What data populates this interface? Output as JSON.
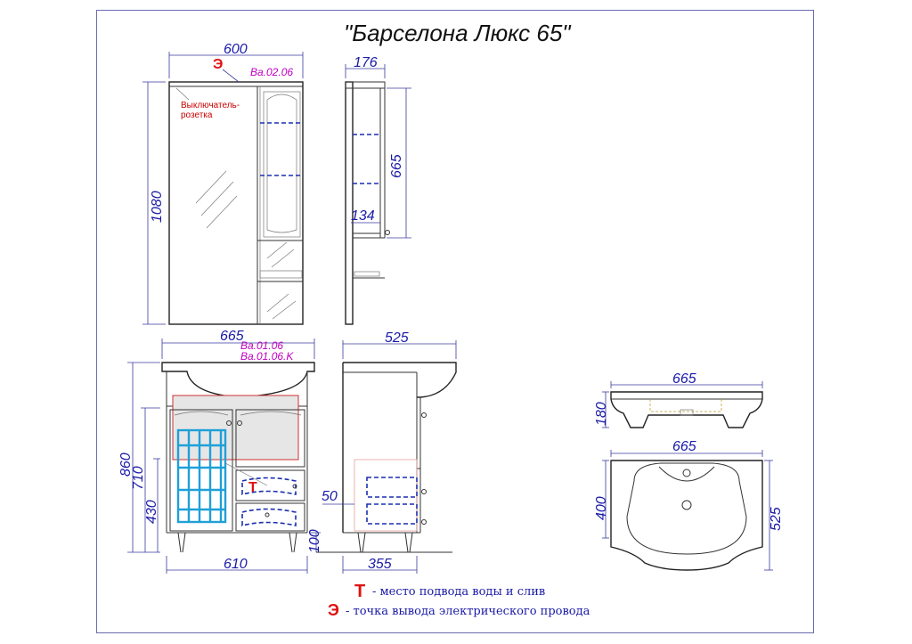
{
  "title": "\"Барселона Люкс 65\"",
  "mirror_cabinet": {
    "width": "600",
    "height": "1080",
    "depth": "176",
    "shelf_height": "665",
    "bottom_depth": "134",
    "code": "Ba.02.06",
    "switch_label_line1": "Выключатель-",
    "switch_label_line2": "розетка",
    "electric_symbol": "Э"
  },
  "vanity": {
    "width_top": "665",
    "depth_top": "525",
    "height_total": "860",
    "height_body": "710",
    "height_pipe": "430",
    "leg_height": "100",
    "width_base": "610",
    "depth_base": "355",
    "side_offset": "50",
    "code_1": "Ba.01.06",
    "code_2": "Ba.01.06.K",
    "water_symbol": "Т"
  },
  "sink": {
    "width_front": "665",
    "height": "180",
    "width_top": "665",
    "depth_hole": "400",
    "depth_total": "525"
  },
  "legend": {
    "water_symbol": "Т",
    "water_text": "- место подвода воды и слив",
    "electric_symbol": "Э",
    "electric_text": "- точка вывода электрического провода"
  },
  "colors": {
    "dimension": "#1a1aa8",
    "code": "#c000c0",
    "marker": "#e01010",
    "hidden_line": "#1a2fb0",
    "pipe_zone": "#1ea0d8"
  }
}
